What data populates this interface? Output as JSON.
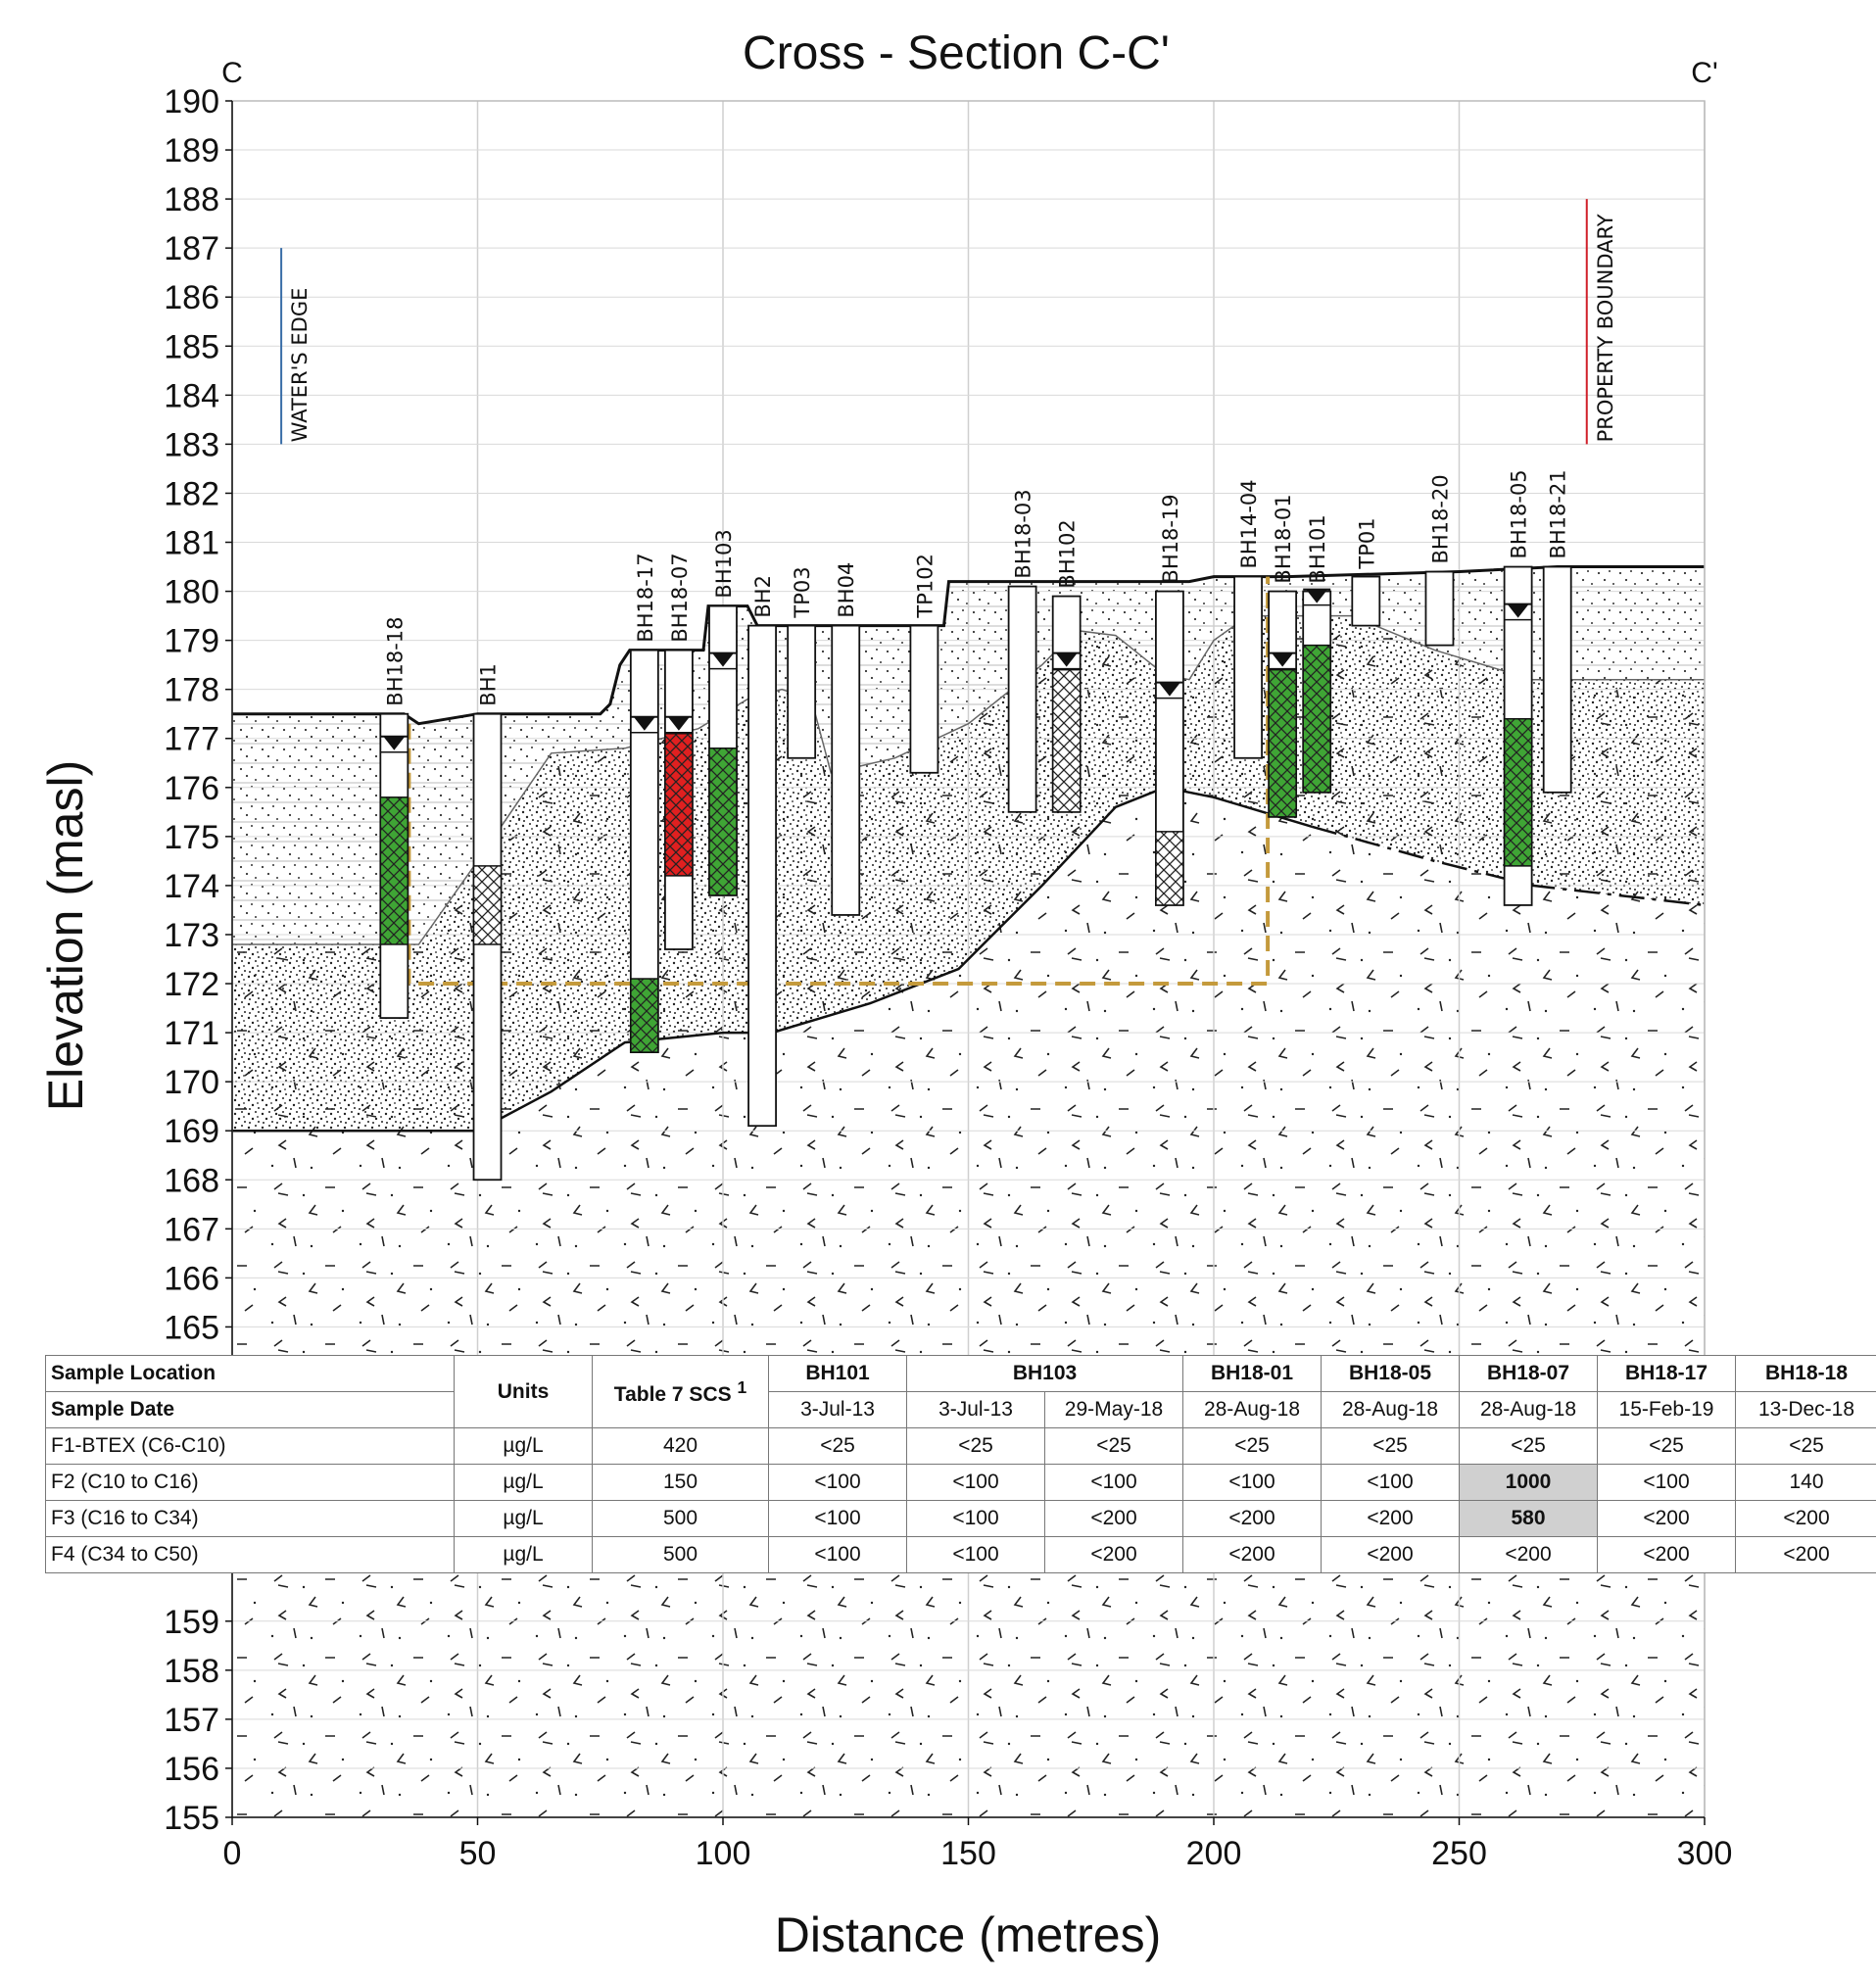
{
  "chart_data": {
    "type": "cross-section",
    "title": "Cross - Section C-C'",
    "section_start_label": "C",
    "section_end_label": "C'",
    "xlabel": "Distance (metres)",
    "ylabel": "Elevation (masl)",
    "xlim": [
      0,
      300
    ],
    "ylim": [
      155,
      190
    ],
    "x_ticks": [
      0,
      50,
      100,
      150,
      200,
      250,
      300
    ],
    "y_ticks_visible": [
      155,
      156,
      157,
      158,
      159,
      165,
      166,
      167,
      168,
      169,
      170,
      171,
      172,
      173,
      174,
      175,
      176,
      177,
      178,
      179,
      180,
      181,
      182,
      183,
      184,
      185,
      186,
      187,
      188,
      189,
      190
    ],
    "grid": true,
    "ground_surface": [
      [
        0,
        177.5
      ],
      [
        35,
        177.5
      ],
      [
        38,
        177.3
      ],
      [
        50,
        177.5
      ],
      [
        75,
        177.5
      ],
      [
        77,
        177.7
      ],
      [
        79,
        178.5
      ],
      [
        81,
        178.8
      ],
      [
        96,
        178.8
      ],
      [
        97,
        179.7
      ],
      [
        105,
        179.7
      ],
      [
        107,
        179.3
      ],
      [
        145,
        179.3
      ],
      [
        146,
        180.2
      ],
      [
        195,
        180.2
      ],
      [
        200,
        180.3
      ],
      [
        215,
        180.3
      ],
      [
        250,
        180.4
      ],
      [
        270,
        180.5
      ],
      [
        300,
        180.5
      ]
    ],
    "upper_contact": [
      [
        0,
        172.8
      ],
      [
        38,
        172.8
      ],
      [
        50,
        174.5
      ],
      [
        65,
        176.7
      ],
      [
        80,
        176.8
      ],
      [
        95,
        177.2
      ],
      [
        105,
        177.8
      ],
      [
        112,
        178
      ],
      [
        118,
        177.8
      ],
      [
        122,
        176.3
      ],
      [
        135,
        176.6
      ],
      [
        150,
        177.3
      ],
      [
        165,
        178.5
      ],
      [
        172,
        179.2
      ],
      [
        180,
        179.1
      ],
      [
        190,
        178.3
      ],
      [
        195,
        178.2
      ],
      [
        200,
        179
      ],
      [
        207,
        179.5
      ],
      [
        228,
        179.5
      ],
      [
        245,
        178.8
      ],
      [
        265,
        178.2
      ],
      [
        300,
        178.2
      ]
    ],
    "bedrock_surface": [
      [
        0,
        169
      ],
      [
        50,
        169
      ],
      [
        65,
        169.8
      ],
      [
        80,
        170.8
      ],
      [
        100,
        171
      ],
      [
        110,
        171
      ],
      [
        130,
        171.6
      ],
      [
        148,
        172.3
      ],
      [
        165,
        174
      ],
      [
        180,
        175.6
      ],
      [
        190,
        176
      ],
      [
        200,
        175.8
      ],
      [
        210,
        175.5
      ],
      [
        220,
        175.2
      ],
      [
        245,
        174.5
      ],
      [
        265,
        174
      ],
      [
        300,
        173.6
      ]
    ],
    "bedrock_dashed_from_x": 220,
    "plume_outline": [
      [
        36,
        177.3
      ],
      [
        36,
        172
      ],
      [
        211,
        172
      ],
      [
        211,
        180.3
      ]
    ],
    "reference_lines": [
      {
        "label": "WATER'S EDGE",
        "x": 10,
        "y_from": 183,
        "y_to": 187,
        "color": "#3a6ea8"
      },
      {
        "label": "PROPERTY BOUNDARY",
        "x": 276,
        "y_from": 183,
        "y_to": 188,
        "color": "#d0202a"
      }
    ],
    "boreholes": [
      {
        "name": "BH18-18",
        "x": 33,
        "top": 177.5,
        "bottom": 171.3,
        "water_level": 176.9,
        "samples": [
          {
            "from": 175.8,
            "to": 172.8,
            "status": "below"
          }
        ]
      },
      {
        "name": "BH1",
        "x": 52,
        "top": 177.5,
        "bottom": 168,
        "samples": [
          {
            "from": 174.4,
            "to": 172.8,
            "status": "unanalysed"
          }
        ]
      },
      {
        "name": "BH18-17",
        "x": 84,
        "top": 178.8,
        "bottom": 170.6,
        "water_level": 177.3,
        "samples": [
          {
            "from": 172.1,
            "to": 170.6,
            "status": "below"
          }
        ]
      },
      {
        "name": "BH18-07",
        "x": 91,
        "top": 178.8,
        "bottom": 172.7,
        "water_level": 177.3,
        "samples": [
          {
            "from": 177.1,
            "to": 174.2,
            "status": "exceeds"
          }
        ]
      },
      {
        "name": "BH103",
        "x": 100,
        "top": 179.7,
        "bottom": 173.8,
        "water_level": 178.6,
        "samples": [
          {
            "from": 176.8,
            "to": 173.8,
            "status": "below"
          }
        ]
      },
      {
        "name": "BH2",
        "x": 108,
        "top": 179.3,
        "bottom": 169.1
      },
      {
        "name": "TP03",
        "x": 116,
        "top": 179.3,
        "bottom": 176.6
      },
      {
        "name": "BH04",
        "x": 125,
        "top": 179.3,
        "bottom": 173.4
      },
      {
        "name": "TP102",
        "x": 141,
        "top": 179.3,
        "bottom": 176.3
      },
      {
        "name": "BH18-03",
        "x": 161,
        "top": 180.1,
        "bottom": 175.5
      },
      {
        "name": "BH102",
        "x": 170,
        "top": 179.9,
        "bottom": 175.5,
        "water_level": 178.6,
        "samples": [
          {
            "from": 178.4,
            "to": 175.5,
            "status": "unanalysed"
          }
        ]
      },
      {
        "name": "BH18-19",
        "x": 191,
        "top": 180,
        "bottom": 173.6,
        "water_level": 178,
        "samples": [
          {
            "from": 175.1,
            "to": 173.6,
            "status": "unanalysed"
          }
        ]
      },
      {
        "name": "BH14-04",
        "x": 207,
        "top": 180.3,
        "bottom": 176.6
      },
      {
        "name": "BH18-01",
        "x": 214,
        "top": 180,
        "bottom": 175.4,
        "water_level": 178.6,
        "samples": [
          {
            "from": 178.4,
            "to": 175.4,
            "status": "below"
          }
        ]
      },
      {
        "name": "BH101",
        "x": 221,
        "top": 180,
        "bottom": 175.9,
        "water_level": 179.9,
        "samples": [
          {
            "from": 178.9,
            "to": 175.9,
            "status": "below"
          }
        ]
      },
      {
        "name": "TP01",
        "x": 231,
        "top": 180.3,
        "bottom": 179.3
      },
      {
        "name": "BH18-20",
        "x": 246,
        "top": 180.4,
        "bottom": 178.9
      },
      {
        "name": "BH18-05",
        "x": 262,
        "top": 180.5,
        "bottom": 173.6,
        "water_level": 179.6,
        "samples": [
          {
            "from": 177.4,
            "to": 174.4,
            "status": "below"
          }
        ]
      },
      {
        "name": "BH18-21",
        "x": 270,
        "top": 180.5,
        "bottom": 175.9
      }
    ],
    "colors": {
      "below": "#3fa535",
      "exceeds": "#e02020",
      "unanalysed": "#ffffff",
      "plume": "#c49a3c"
    }
  },
  "table": {
    "row_labels": {
      "location": "Sample Location",
      "date": "Sample Date"
    },
    "units_header": "Units",
    "standard_header": "Table 7 SCS",
    "standard_footnote": "1",
    "locations": [
      {
        "name": "BH101",
        "span": 1
      },
      {
        "name": "BH103",
        "span": 2
      },
      {
        "name": "BH18-01",
        "span": 1
      },
      {
        "name": "BH18-05",
        "span": 1
      },
      {
        "name": "BH18-07",
        "span": 1
      },
      {
        "name": "BH18-17",
        "span": 1
      },
      {
        "name": "BH18-18",
        "span": 1
      }
    ],
    "dates": [
      "3-Jul-13",
      "3-Jul-13",
      "29-May-18",
      "28-Aug-18",
      "28-Aug-18",
      "28-Aug-18",
      "15-Feb-19",
      "13-Dec-18"
    ],
    "rows": [
      {
        "parameter": "F1-BTEX (C6-C10)",
        "unit": "µg/L",
        "standard": "420",
        "values": [
          "<25",
          "<25",
          "<25",
          "<25",
          "<25",
          "<25",
          "<25",
          "<25"
        ],
        "exceed": []
      },
      {
        "parameter": "F2 (C10 to C16)",
        "unit": "µg/L",
        "standard": "150",
        "values": [
          "<100",
          "<100",
          "<100",
          "<100",
          "<100",
          "1000",
          "<100",
          "140"
        ],
        "exceed": [
          5
        ]
      },
      {
        "parameter": "F3 (C16 to C34)",
        "unit": "µg/L",
        "standard": "500",
        "values": [
          "<100",
          "<100",
          "<200",
          "<200",
          "<200",
          "580",
          "<200",
          "<200"
        ],
        "exceed": [
          5
        ]
      },
      {
        "parameter": "F4 (C34 to C50)",
        "unit": "µg/L",
        "standard": "500",
        "values": [
          "<100",
          "<100",
          "<200",
          "<200",
          "<200",
          "<200",
          "<200",
          "<200"
        ],
        "exceed": []
      }
    ]
  }
}
